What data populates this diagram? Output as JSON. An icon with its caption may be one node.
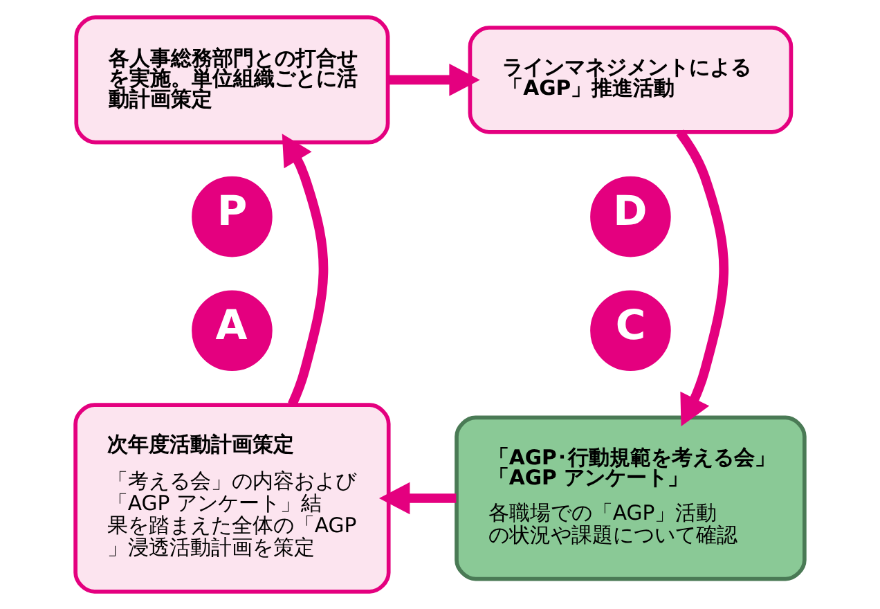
{
  "diagram": {
    "nodes": [
      {
        "text": [
          "各人事総務部門との打合せを実施。単位組織ごとに活動計画策定"
        ]
      },
      {
        "text": [
          "ラインマネジメントによる「AGP」推進活動"
        ]
      },
      {
        "text": [
          "P"
        ]
      },
      {
        "text": [
          "D"
        ]
      },
      {
        "text": [
          "A"
        ]
      },
      {
        "text": [
          "C"
        ]
      },
      {
        "text": [
          "次年度活動計画策定",
          "「考える会」の内容および「AGP アンケート」結果を踏まえた全体の「AGP」浸透活動計画を策定"
        ]
      },
      {
        "text": [
          "「AGP･行動規範を考える会」「AGP アンケート」",
          "各職場での「AGP」活動の状況や課題について確認"
        ]
      }
    ],
    "edges": [
      {
        "from": 0,
        "to": 1,
        "arrow": "to"
      },
      {
        "from": 1,
        "to": 7,
        "arrow": "to"
      },
      {
        "from": 7,
        "to": 6,
        "arrow": "to"
      },
      {
        "from": 6,
        "to": 0,
        "arrow": "to"
      }
    ]
  }
}
